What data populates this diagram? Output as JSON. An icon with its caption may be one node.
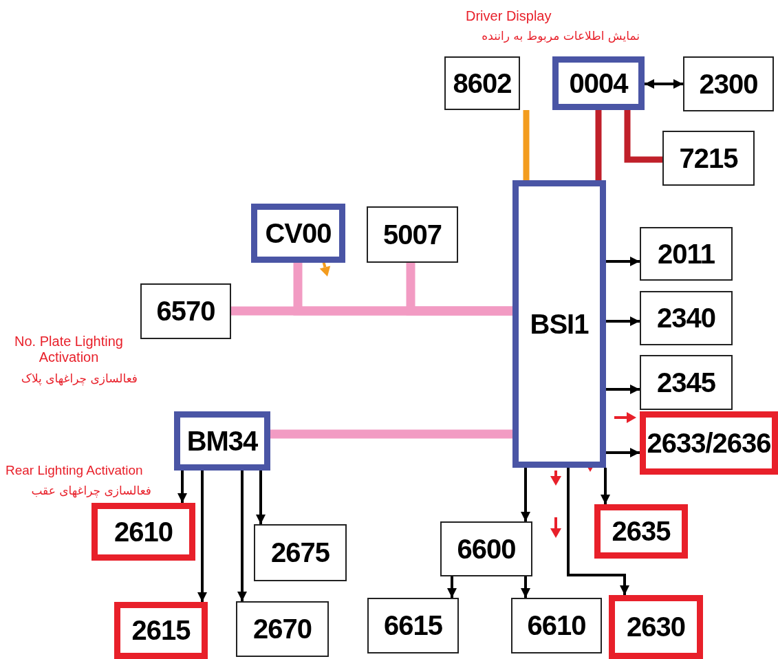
{
  "diagram": {
    "nodes": [
      {
        "text": [
          "8602"
        ]
      },
      {
        "text": [
          "0004"
        ]
      },
      {
        "text": [
          "2300"
        ]
      },
      {
        "text": [
          "7215"
        ]
      },
      {
        "text": [
          "CV00"
        ]
      },
      {
        "text": [
          "5007"
        ]
      },
      {
        "text": [
          "6570"
        ]
      },
      {
        "text": [
          "BSI1"
        ]
      },
      {
        "text": [
          "2011"
        ]
      },
      {
        "text": [
          "2340"
        ]
      },
      {
        "text": [
          "2345"
        ]
      },
      {
        "text": [
          "2633/2636"
        ]
      },
      {
        "text": [
          "BM34"
        ]
      },
      {
        "text": [
          "2610"
        ]
      },
      {
        "text": [
          "2675"
        ]
      },
      {
        "text": [
          "2615"
        ]
      },
      {
        "text": [
          "2670"
        ]
      },
      {
        "text": [
          "6600"
        ]
      },
      {
        "text": [
          "2635"
        ]
      },
      {
        "text": [
          "6615"
        ]
      },
      {
        "text": [
          "6610"
        ]
      },
      {
        "text": [
          "2630"
        ]
      }
    ],
    "edges": [
      {
        "from": 1,
        "to": 2,
        "arrow": "both"
      },
      {
        "from": 0,
        "to": 7,
        "arrow": "none",
        "style": "thick",
        "color": "#f39c1e"
      },
      {
        "from": 1,
        "to": 7,
        "arrow": "none",
        "style": "thick",
        "color": "#c0202a"
      },
      {
        "from": 1,
        "to": 3,
        "arrow": "none",
        "style": "thick",
        "color": "#c0202a"
      },
      {
        "from": 6,
        "to": 7,
        "arrow": "none",
        "style": "thick",
        "color": "#f29bc3"
      },
      {
        "from": 4,
        "to": 7,
        "arrow": "none",
        "style": "thick",
        "color": "#f29bc3"
      },
      {
        "from": 5,
        "to": 7,
        "arrow": "none",
        "style": "thick",
        "color": "#f29bc3"
      },
      {
        "from": 12,
        "to": 7,
        "arrow": "none",
        "style": "thick",
        "color": "#f29bc3"
      },
      {
        "from": 7,
        "to": 8,
        "arrow": "to"
      },
      {
        "from": 7,
        "to": 9,
        "arrow": "to"
      },
      {
        "from": 7,
        "to": 10,
        "arrow": "to"
      },
      {
        "from": 7,
        "to": 11,
        "arrow": "to"
      },
      {
        "from": 7,
        "to": 17,
        "arrow": "to"
      },
      {
        "from": 7,
        "to": 18,
        "arrow": "to"
      },
      {
        "from": 7,
        "to": 21,
        "arrow": "to"
      },
      {
        "from": 17,
        "to": 19,
        "arrow": "to"
      },
      {
        "from": 17,
        "to": 20,
        "arrow": "to"
      },
      {
        "from": 12,
        "to": 13,
        "arrow": "to"
      },
      {
        "from": 12,
        "to": 15,
        "arrow": "to"
      },
      {
        "from": 12,
        "to": 16,
        "arrow": "to"
      },
      {
        "from": 12,
        "to": 14,
        "arrow": "to"
      }
    ],
    "labels": [
      "Driver Display",
      "نمایش اطلاعات مربوط به راننده",
      "No. Plate Lighting Activation",
      "فعالسازی چراغهای پلاک",
      "Rear Lighting Activation",
      "فعالسازی چراغهای عقب"
    ]
  }
}
